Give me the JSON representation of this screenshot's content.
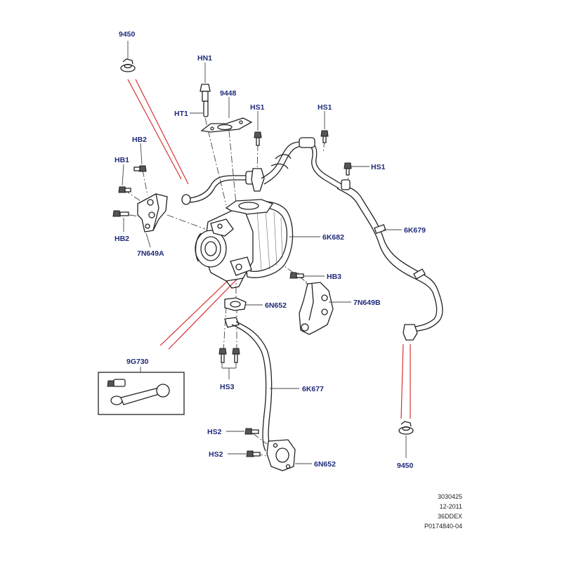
{
  "labels": {
    "p9450_top": "9450",
    "hn1": "HN1",
    "p9448": "9448",
    "ht1": "HT1",
    "hs1_a": "HS1",
    "hs1_b": "HS1",
    "hs1_c": "HS1",
    "hb2_top": "HB2",
    "hb1": "HB1",
    "hb2_bottom": "HB2",
    "p7n649a": "7N649A",
    "p6k682": "6K682",
    "p6k679": "6K679",
    "hb3": "HB3",
    "p6n652_top": "6N652",
    "p7n649b": "7N649B",
    "p9g730": "9G730",
    "hs3": "HS3",
    "p6k677": "6K677",
    "hs2_a": "HS2",
    "hs2_b": "HS2",
    "p6n652_bottom": "6N652",
    "p9450_bottom": "9450"
  },
  "footer": {
    "line1": "3030425",
    "line2": "12-2011",
    "line3": "36DDEX",
    "line4": "P0174840-04"
  },
  "colors": {
    "label": "#1f2a7a",
    "callout_red": "#d42020",
    "line": "#222222"
  }
}
